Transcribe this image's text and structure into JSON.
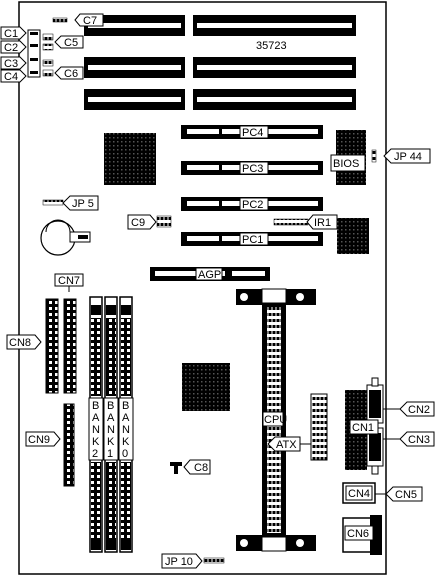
{
  "board_code": "35723",
  "labels": {
    "c1": "C1",
    "c2": "C2",
    "c3": "C3",
    "c4": "C4",
    "c5": "C5",
    "c6": "C6",
    "c7": "C7",
    "c8": "C8",
    "c9": "C9",
    "jp5": "JP 5",
    "jp10": "JP 10",
    "jp44": "JP 44",
    "ir1": "IR1",
    "bios": "BIOS",
    "pc1": "PC1",
    "pc2": "PC2",
    "pc3": "PC3",
    "pc4": "PC4",
    "agp": "AGP",
    "cpu": "CPU",
    "atx": "ATX",
    "cn1": "CN1",
    "cn2": "CN2",
    "cn3": "CN3",
    "cn4": "CN4",
    "cn5": "CN5",
    "cn6": "CN6",
    "cn7": "CN7",
    "cn8": "CN8",
    "cn9": "CN9",
    "bank0": [
      "B",
      "A",
      "N",
      "K",
      "0"
    ],
    "bank1": [
      "B",
      "A",
      "N",
      "K",
      "1"
    ],
    "bank2": [
      "B",
      "A",
      "N",
      "K",
      "2"
    ]
  }
}
